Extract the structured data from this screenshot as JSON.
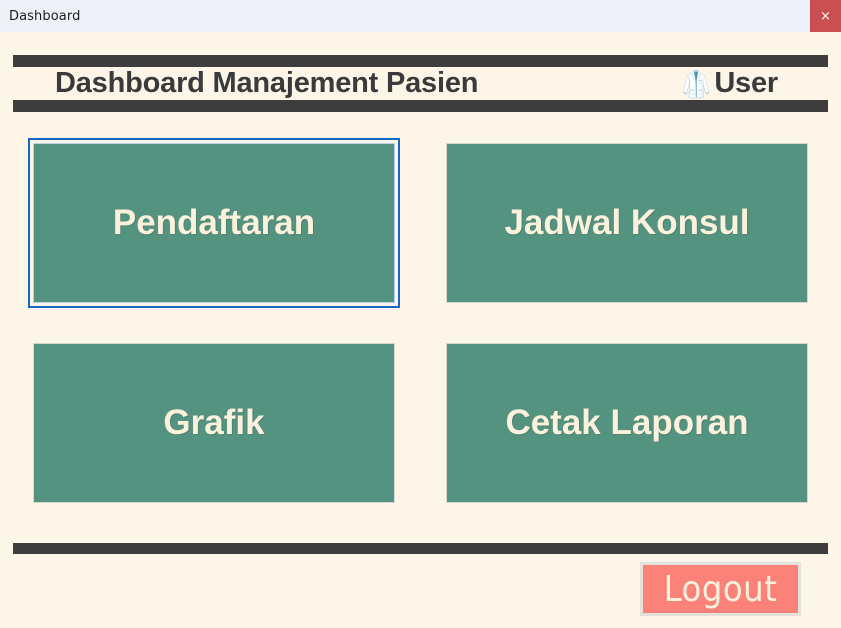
{
  "window": {
    "titlebar": {
      "title": "Dashboard",
      "close_label": "×"
    }
  },
  "header": {
    "title": "Dashboard Manajement Pasien",
    "user_label": "User",
    "user_icon": "🥼",
    "user_icon_name": "medical-team-icon"
  },
  "menu": {
    "tiles": [
      {
        "label": "Pendaftaran",
        "name": "tile-pendaftaran",
        "focused": true
      },
      {
        "label": "Jadwal Konsul",
        "name": "tile-jadwal-konsul",
        "focused": false
      },
      {
        "label": "Grafik",
        "name": "tile-grafik",
        "focused": false
      },
      {
        "label": "Cetak Laporan",
        "name": "tile-cetak-laporan",
        "focused": false
      }
    ]
  },
  "footer": {
    "logout_label": "Logout"
  },
  "colors": {
    "background": "#FDF6E8",
    "tile": "#54937F",
    "tile_text": "#FBF1DD",
    "rule": "#3D3D3D",
    "titlebar": "#EFF1F8",
    "close": "#CB4E53",
    "logout": "#FA8279",
    "focus_ring": "#1668C4"
  }
}
